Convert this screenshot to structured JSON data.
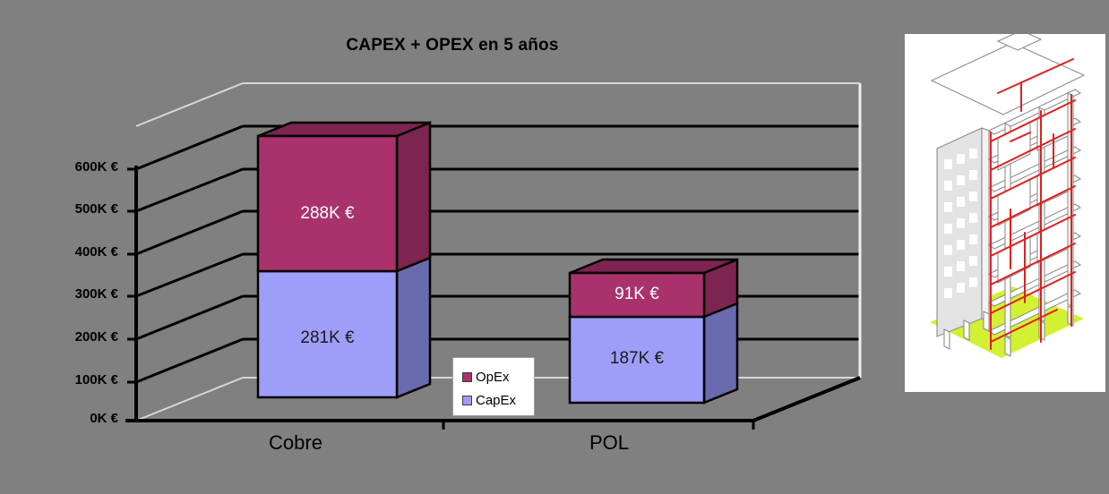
{
  "chart_data": {
    "type": "bar",
    "title": "CAPEX + OPEX en 5 años",
    "subtitle": "",
    "xlabel": "",
    "ylabel": "",
    "stacked": true,
    "three_d": true,
    "grid": true,
    "legend_position": "inside-center",
    "categories": [
      "Cobre",
      "POL"
    ],
    "ytick_labels": [
      "0K €",
      "100K €",
      "200K €",
      "300K €",
      "400K €",
      "500K €",
      "600K €"
    ],
    "ytick_values": [
      0,
      100000,
      200000,
      300000,
      400000,
      500000,
      600000
    ],
    "ylim": [
      0,
      600000
    ],
    "series": [
      {
        "name": "CapEx",
        "color": "#9e9efa",
        "side_color": "#6a6aae",
        "top_color": "#8282d2",
        "values": [
          281000,
          187000
        ],
        "labels": [
          "281K €",
          "187K €"
        ]
      },
      {
        "name": "OpEx",
        "color": "#a9326c",
        "side_color": "#7d2450",
        "top_color": "#7d2450",
        "values": [
          288000,
          91000
        ],
        "labels": [
          "288K €",
          "91K €"
        ]
      }
    ],
    "totals": [
      569000,
      278000
    ]
  },
  "legend": {
    "items": [
      {
        "label": "OpEx",
        "color": "#a9326c"
      },
      {
        "label": "CapEx",
        "color": "#9e9efa"
      }
    ]
  },
  "illustration": {
    "name": "building-cutaway-diagram",
    "caption": "",
    "accent_color": "#e02020",
    "base_color": "#d4f032",
    "background": "#ffffff"
  },
  "page": {
    "background_color": "#808080",
    "text_color": "#000000"
  }
}
